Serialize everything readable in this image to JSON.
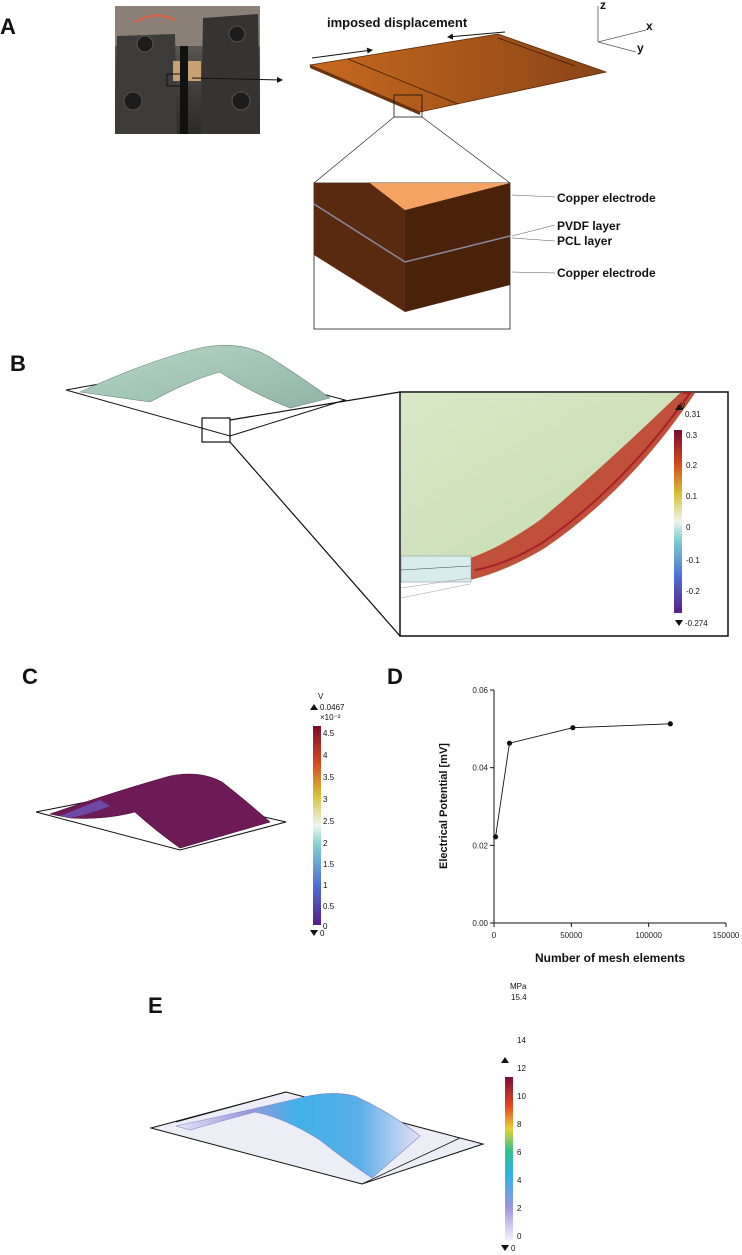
{
  "panels": {
    "a": {
      "letter": "A",
      "imposed_label": "imposed displacement",
      "axes": {
        "z": "z",
        "x": "x",
        "y": "y"
      },
      "layers": [
        "Copper electrode",
        "PVDF layer",
        "PCL layer",
        "Copper electrode"
      ]
    },
    "b": {
      "letter": "B",
      "colorbar": {
        "unit": "V",
        "max": "0.31",
        "min": "-0.274",
        "ticks": [
          "0.3",
          "0.2",
          "0.1",
          "0",
          "-0.1",
          "-0.2"
        ]
      }
    },
    "c": {
      "letter": "C",
      "colorbar": {
        "unit": "V",
        "max": "0.0467",
        "scale": "×10⁻²",
        "min": "0",
        "ticks": [
          "4.5",
          "4",
          "3.5",
          "3",
          "2.5",
          "2",
          "1.5",
          "1",
          "0.5",
          "0"
        ]
      }
    },
    "d": {
      "letter": "D"
    },
    "e": {
      "letter": "E",
      "colorbar": {
        "unit": "MPa",
        "max": "15.4",
        "min": "0",
        "ticks": [
          "14",
          "12",
          "10",
          "8",
          "6",
          "4",
          "2",
          "0"
        ]
      }
    }
  },
  "chart_data": {
    "type": "line",
    "title": "",
    "xlabel": "Number of mesh elements",
    "ylabel": "Electrical Potential [mV]",
    "xlim": [
      0,
      150000
    ],
    "ylim": [
      0,
      0.06
    ],
    "xticks": [
      "0",
      "50000",
      "100000",
      "150000"
    ],
    "yticks": [
      "0.00",
      "0.02",
      "0.04",
      "0.06"
    ],
    "grid": false,
    "series": [
      {
        "x": [
          1000,
          10000,
          51000,
          114000
        ],
        "y": [
          0.0222,
          0.0463,
          0.0503,
          0.0513
        ]
      }
    ]
  }
}
